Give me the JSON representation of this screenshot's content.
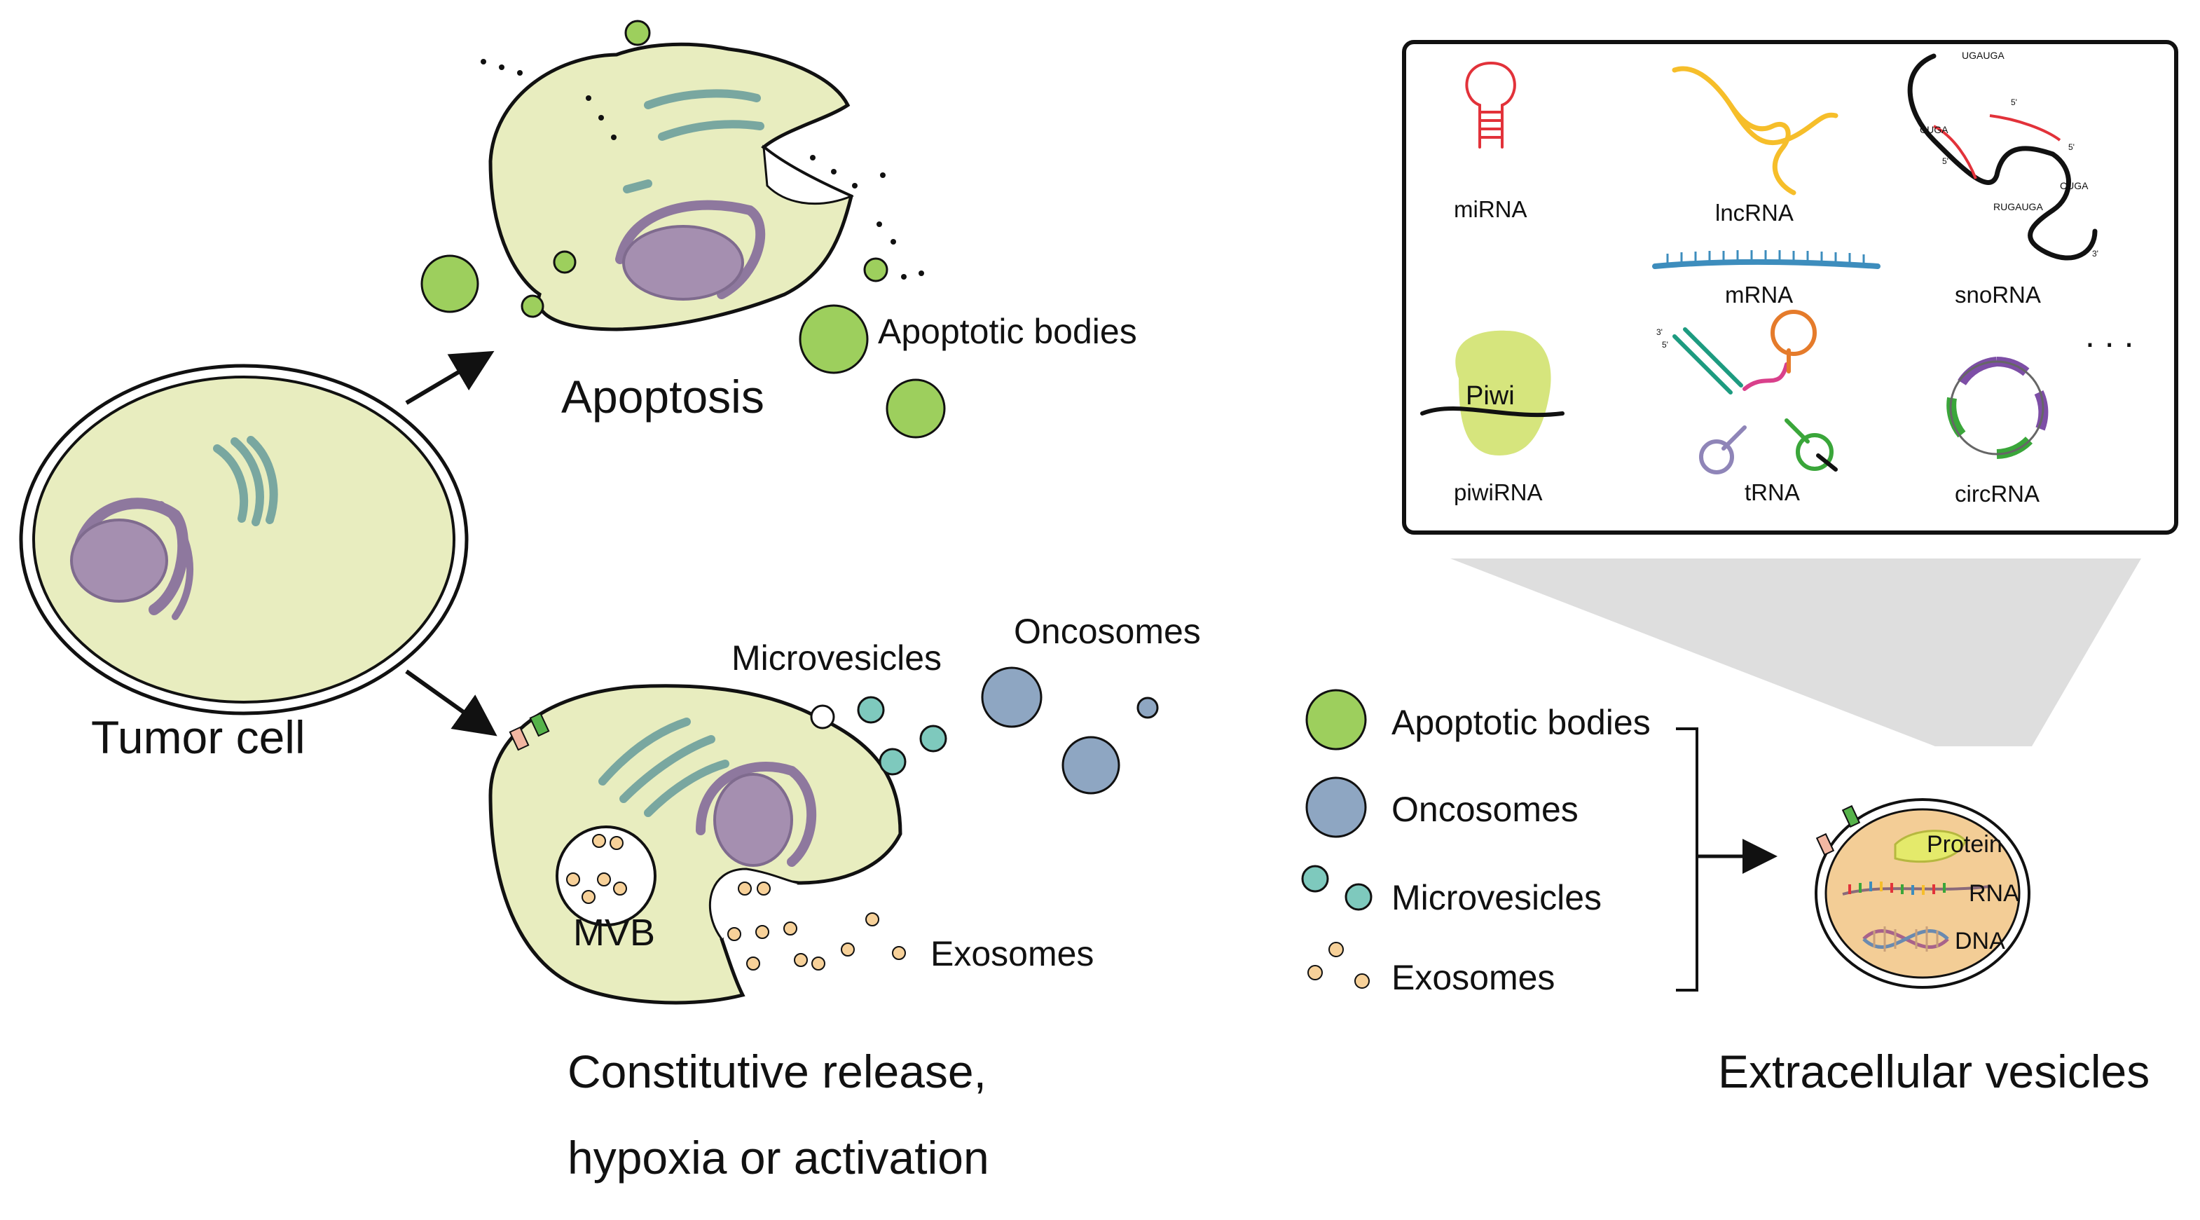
{
  "labels": {
    "apoptosis": "Apoptosis",
    "apoptotic_bodies_top": "Apoptotic bodies",
    "tumor_cell": "Tumor cell",
    "microvesicles": "Microvesicles",
    "oncosomes": "Oncosomes",
    "mvb": "MVB",
    "exosomes": "Exosomes",
    "constitutive_line1": "Constitutive release,",
    "constitutive_line2": "hypoxia or activation",
    "extracellular_vesicles": "Extracellular vesicles"
  },
  "legend": {
    "apoptotic_bodies": "Apoptotic bodies",
    "oncosomes": "Oncosomes",
    "microvesicles": "Microvesicles",
    "exosomes": "Exosomes"
  },
  "ev_contents": {
    "protein": "Protein",
    "rna": "RNA",
    "dna": "DNA"
  },
  "rna_box": {
    "mirna": "miRNA",
    "lncrna": "lncRNA",
    "mrna": "mRNA",
    "snorna": "snoRNA",
    "piwi": "Piwi",
    "piwirna": "piwiRNA",
    "trna": "tRNA",
    "circrna": "circRNA",
    "ellipsis": ". . .",
    "sno_seq_1": "UGAUGA",
    "sno_seq_2": "CUGA",
    "sno_seq_3": "CUGA",
    "sno_seq_4": "RUGAUGA",
    "end_5": "5'",
    "end_3": "3'"
  },
  "colors": {
    "cell_fill": "#e8edbf",
    "apoptotic_green": "#9dcf5d",
    "oncosome_blue": "#8ea6c2",
    "microvesicle_teal": "#7ec9bd",
    "exosome_peach": "#f7d199",
    "nucleus_purple": "#a58fb0",
    "golgi_teal": "#79a7a0",
    "ev_orange": "#f3cd96",
    "mirna_red": "#e2323a",
    "lncrna_yellow": "#f6be2a",
    "mrna_blue": "#3d8dbd",
    "piwi_green": "#d6e57d",
    "circ_purple": "#7d4ea6",
    "circ_green": "#3aa63a",
    "trna_green": "#1d9b80",
    "trna_orange": "#e57b2b",
    "trna_purple": "#8f85b8",
    "trna_pink": "#d9408b"
  }
}
